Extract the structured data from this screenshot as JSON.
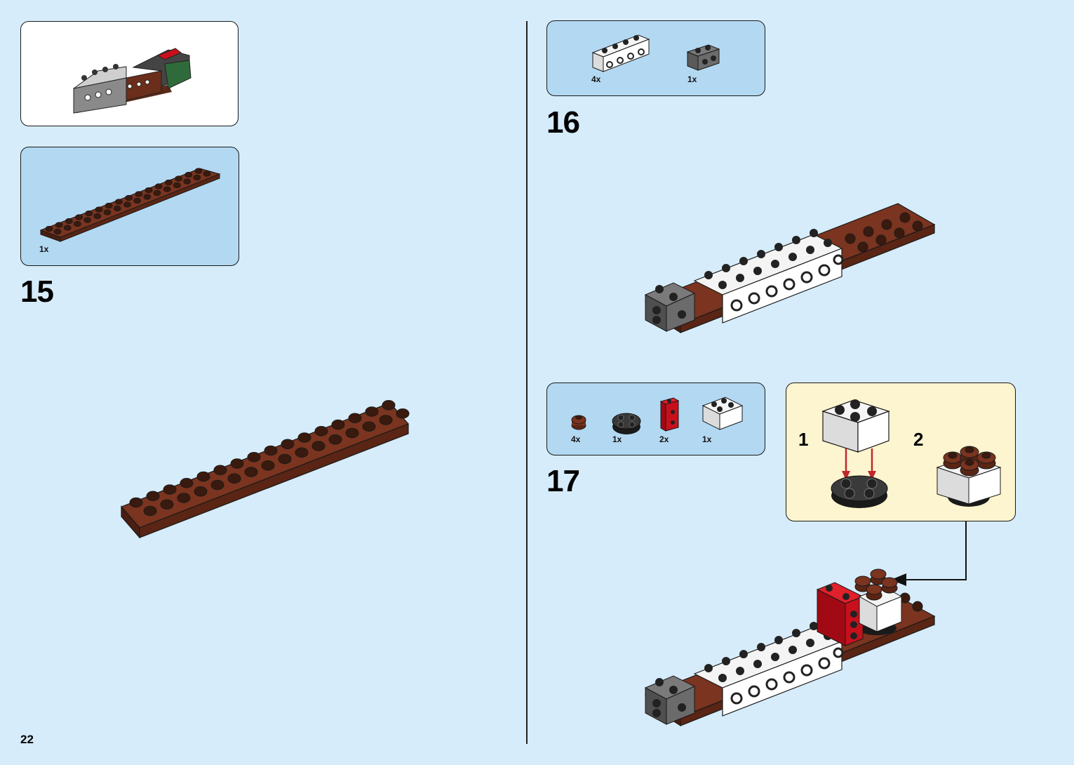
{
  "page": {
    "number": "22"
  },
  "colors": {
    "background": "#d6ecfa",
    "parts_panel": "#b3d8f2",
    "submodel_panel": "#fdf5cf",
    "brown": "#6b2e1a",
    "white_brick": "#ffffff",
    "dark_grey": "#6b6b6b",
    "red": "#c8101c",
    "arrow_red": "#c0282b"
  },
  "preview": {
    "icon": "completed-vehicle-icon"
  },
  "step15": {
    "number": "15",
    "parts": [
      {
        "icon": "brown-plate-2x16-icon",
        "qty": "1x"
      }
    ]
  },
  "step16": {
    "number": "16",
    "parts": [
      {
        "icon": "white-brick-1x4-studs-side-icon",
        "qty": "4x"
      },
      {
        "icon": "grey-brick-1x1-studs-side-icon",
        "qty": "1x"
      }
    ]
  },
  "step17": {
    "number": "17",
    "parts": [
      {
        "icon": "brown-round-plate-1x1-icon",
        "qty": "4x"
      },
      {
        "icon": "black-turntable-2x2-icon",
        "qty": "1x"
      },
      {
        "icon": "red-brick-1x1-studs-side-icon",
        "qty": "2x"
      },
      {
        "icon": "white-brick-2x2-icon",
        "qty": "1x"
      }
    ],
    "submodel": {
      "substep_1": "1",
      "substep_2": "2"
    }
  }
}
